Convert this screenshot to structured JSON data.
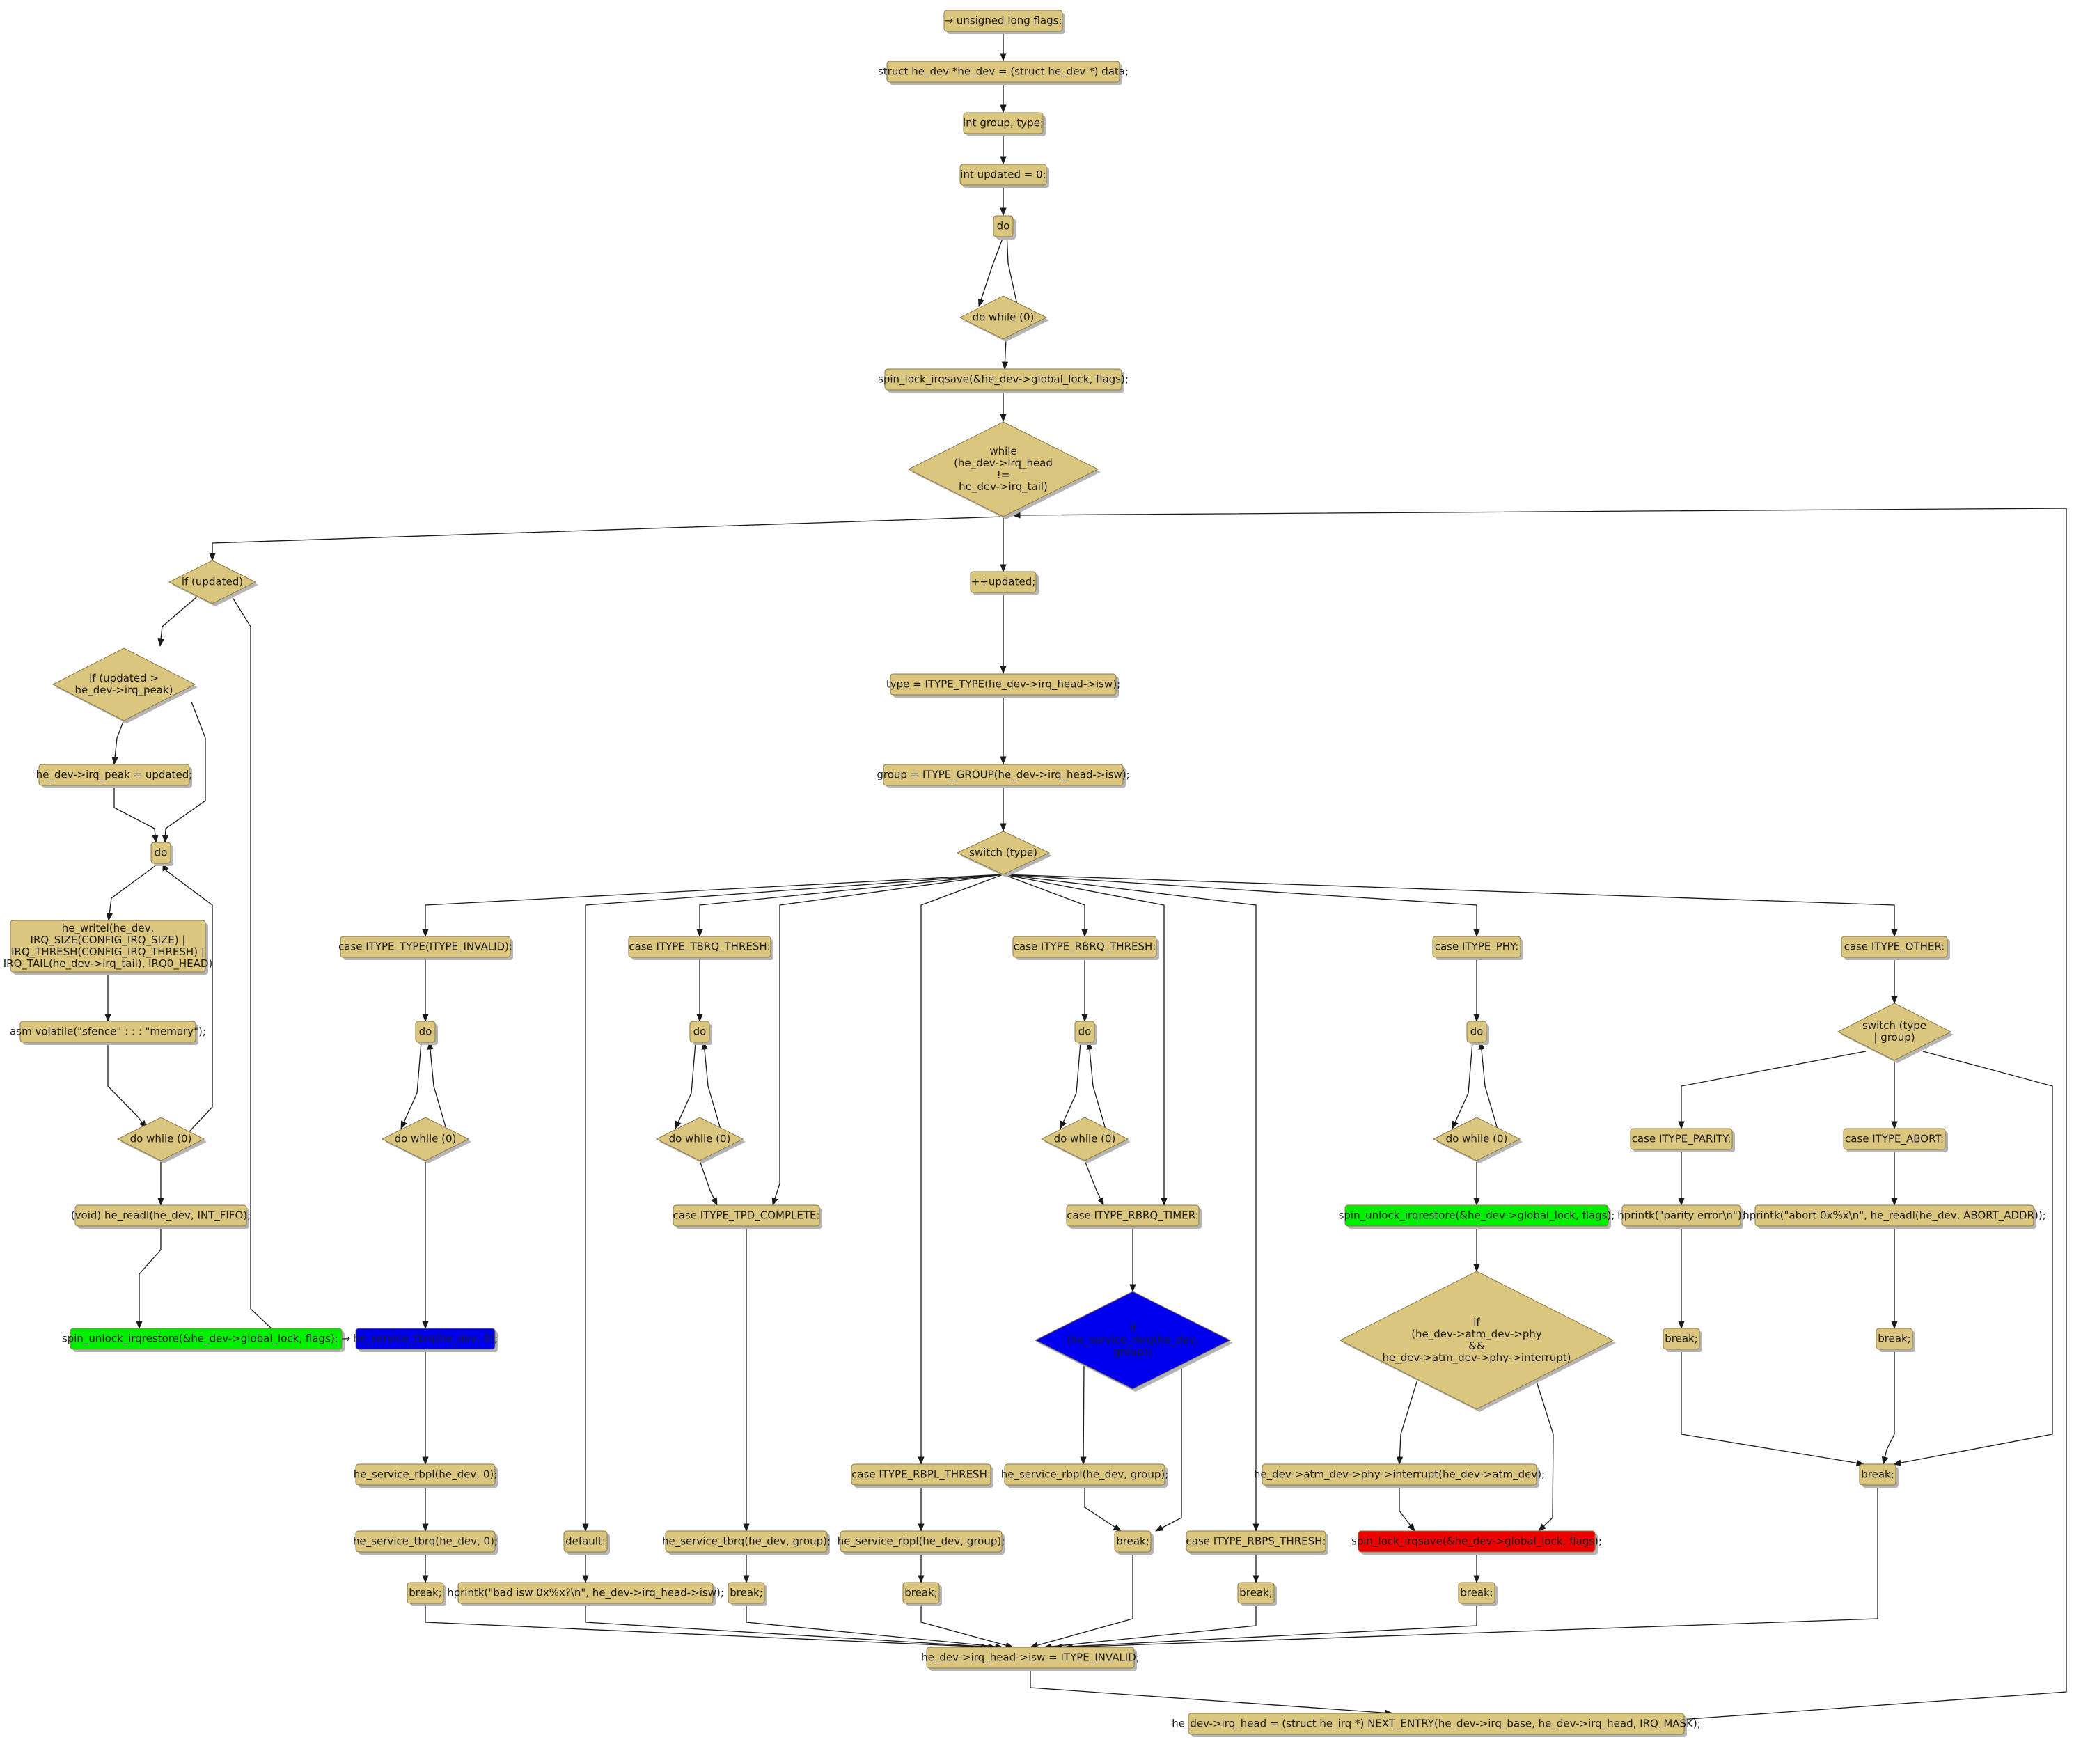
{
  "colors": {
    "box": "#dbc67f",
    "border": "#8a7a44",
    "shadow": "#b5b5b5",
    "green": "#00ee00",
    "blue": "#0000ee",
    "red": "#ee0000",
    "edge": "#1a1a1a"
  },
  "nodes": [
    {
      "id": "n1",
      "shape": "box",
      "lines": [
        "→ unsigned long flags;"
      ]
    },
    {
      "id": "n2",
      "shape": "box",
      "lines": [
        "struct he_dev *he_dev = (struct he_dev *) data;"
      ]
    },
    {
      "id": "n3",
      "shape": "box",
      "lines": [
        "int group, type;"
      ]
    },
    {
      "id": "n4",
      "shape": "box",
      "lines": [
        "int updated = 0;"
      ]
    },
    {
      "id": "n5",
      "shape": "box",
      "lines": [
        "do"
      ]
    },
    {
      "id": "n6",
      "shape": "diamond",
      "lines": [
        "do while (0)"
      ]
    },
    {
      "id": "n7",
      "shape": "box",
      "lines": [
        "spin_lock_irqsave(&he_dev->global_lock, flags);"
      ]
    },
    {
      "id": "n8",
      "shape": "diamond",
      "lines": [
        "while",
        "(he_dev->irq_head",
        "!=",
        "he_dev->irq_tail)"
      ]
    },
    {
      "id": "n9",
      "shape": "box",
      "lines": [
        "++updated;"
      ]
    },
    {
      "id": "n10",
      "shape": "box",
      "lines": [
        "type = ITYPE_TYPE(he_dev->irq_head->isw);"
      ]
    },
    {
      "id": "n11",
      "shape": "box",
      "lines": [
        "group = ITYPE_GROUP(he_dev->irq_head->isw);"
      ]
    },
    {
      "id": "n12",
      "shape": "diamond",
      "lines": [
        "switch (type)"
      ]
    },
    {
      "id": "L1",
      "shape": "diamond",
      "lines": [
        "if (updated)"
      ]
    },
    {
      "id": "L2",
      "shape": "diamond",
      "lines": [
        "if (updated >",
        "he_dev->irq_peak)"
      ]
    },
    {
      "id": "L3",
      "shape": "box",
      "lines": [
        "he_dev->irq_peak = updated;"
      ]
    },
    {
      "id": "L4",
      "shape": "box",
      "lines": [
        "do"
      ]
    },
    {
      "id": "L5",
      "shape": "box",
      "lines": [
        "he_writel(he_dev,",
        "IRQ_SIZE(CONFIG_IRQ_SIZE) |",
        "IRQ_THRESH(CONFIG_IRQ_THRESH) |",
        "IRQ_TAIL(he_dev->irq_tail), IRQ0_HEAD)"
      ]
    },
    {
      "id": "L6",
      "shape": "box",
      "lines": [
        "asm volatile(\"sfence\" : : : \"memory\");"
      ]
    },
    {
      "id": "L7",
      "shape": "diamond",
      "lines": [
        "do while (0)"
      ]
    },
    {
      "id": "L8",
      "shape": "box",
      "lines": [
        "(void) he_readl(he_dev, INT_FIFO);"
      ]
    },
    {
      "id": "L9",
      "shape": "box",
      "fill": "green",
      "lines": [
        "spin_unlock_irqrestore(&he_dev->global_lock, flags); →"
      ]
    },
    {
      "id": "A1",
      "shape": "box",
      "lines": [
        "case ITYPE_TYPE(ITYPE_INVALID):"
      ]
    },
    {
      "id": "A2",
      "shape": "box",
      "lines": [
        "do"
      ]
    },
    {
      "id": "A3",
      "shape": "diamond",
      "lines": [
        "do while (0)"
      ]
    },
    {
      "id": "A4",
      "shape": "box",
      "fill": "blue",
      "lines": [
        "he_service_tbrq(he_dev, 0);"
      ]
    },
    {
      "id": "A5",
      "shape": "box",
      "lines": [
        "he_service_rbpl(he_dev, 0);"
      ]
    },
    {
      "id": "A6",
      "shape": "box",
      "lines": [
        "he_service_tbrq(he_dev, 0);"
      ]
    },
    {
      "id": "A7",
      "shape": "box",
      "lines": [
        "break;"
      ]
    },
    {
      "id": "D1",
      "shape": "box",
      "lines": [
        "default:"
      ]
    },
    {
      "id": "D2",
      "shape": "box",
      "lines": [
        "hprintk(\"bad isw 0x%x?\\n\", he_dev->irq_head->isw);"
      ]
    },
    {
      "id": "B1",
      "shape": "box",
      "lines": [
        "case ITYPE_TBRQ_THRESH:"
      ]
    },
    {
      "id": "B2",
      "shape": "box",
      "lines": [
        "do"
      ]
    },
    {
      "id": "B3",
      "shape": "diamond",
      "lines": [
        "do while (0)"
      ]
    },
    {
      "id": "B4",
      "shape": "box",
      "lines": [
        "case ITYPE_TPD_COMPLETE:"
      ]
    },
    {
      "id": "B5",
      "shape": "box",
      "lines": [
        "he_service_tbrq(he_dev, group);"
      ]
    },
    {
      "id": "B6",
      "shape": "box",
      "lines": [
        "break;"
      ]
    },
    {
      "id": "C1",
      "shape": "box",
      "lines": [
        "case ITYPE_RBPL_THRESH:"
      ]
    },
    {
      "id": "C2",
      "shape": "box",
      "lines": [
        "he_service_rbpl(he_dev, group);"
      ]
    },
    {
      "id": "C3",
      "shape": "box",
      "lines": [
        "break;"
      ]
    },
    {
      "id": "E1",
      "shape": "box",
      "lines": [
        "case ITYPE_RBRQ_THRESH:"
      ]
    },
    {
      "id": "E2",
      "shape": "box",
      "lines": [
        "do"
      ]
    },
    {
      "id": "E3",
      "shape": "diamond",
      "lines": [
        "do while (0)"
      ]
    },
    {
      "id": "E4",
      "shape": "box",
      "lines": [
        "case ITYPE_RBRQ_TIMER:"
      ]
    },
    {
      "id": "E5",
      "shape": "diamond",
      "fill": "blue",
      "lines": [
        "if",
        "(he_service_rbrq(he_dev,",
        "group))"
      ]
    },
    {
      "id": "E6",
      "shape": "box",
      "lines": [
        "he_service_rbpl(he_dev, group);"
      ]
    },
    {
      "id": "E7",
      "shape": "box",
      "lines": [
        "break;"
      ]
    },
    {
      "id": "F1",
      "shape": "box",
      "lines": [
        "case ITYPE_RBPS_THRESH:"
      ]
    },
    {
      "id": "F2",
      "shape": "box",
      "lines": [
        "break;"
      ]
    },
    {
      "id": "G1",
      "shape": "box",
      "lines": [
        "case ITYPE_PHY:"
      ]
    },
    {
      "id": "G2",
      "shape": "box",
      "lines": [
        "do"
      ]
    },
    {
      "id": "G3",
      "shape": "diamond",
      "lines": [
        "do while (0)"
      ]
    },
    {
      "id": "G4",
      "shape": "box",
      "fill": "green",
      "lines": [
        "spin_unlock_irqrestore(&he_dev->global_lock, flags);"
      ]
    },
    {
      "id": "G5",
      "shape": "diamond",
      "lines": [
        "if",
        "(he_dev->atm_dev->phy",
        "&&",
        "he_dev->atm_dev->phy->interrupt)"
      ]
    },
    {
      "id": "G6",
      "shape": "box",
      "lines": [
        "he_dev->atm_dev->phy->interrupt(he_dev->atm_dev);"
      ]
    },
    {
      "id": "G7",
      "shape": "box",
      "fill": "red",
      "lines": [
        "spin_lock_irqsave(&he_dev->global_lock, flags);"
      ]
    },
    {
      "id": "G8",
      "shape": "box",
      "lines": [
        "break;"
      ]
    },
    {
      "id": "H1",
      "shape": "box",
      "lines": [
        "case ITYPE_OTHER:"
      ]
    },
    {
      "id": "H2",
      "shape": "diamond",
      "lines": [
        "switch (type",
        "| group)"
      ]
    },
    {
      "id": "H3",
      "shape": "box",
      "lines": [
        "case ITYPE_PARITY:"
      ]
    },
    {
      "id": "H4",
      "shape": "box",
      "lines": [
        "hprintk(\"parity error\\n\");"
      ]
    },
    {
      "id": "H5",
      "shape": "box",
      "lines": [
        "break;"
      ]
    },
    {
      "id": "H6",
      "shape": "box",
      "lines": [
        "case ITYPE_ABORT:"
      ]
    },
    {
      "id": "H7",
      "shape": "box",
      "lines": [
        "hprintk(\"abort 0x%x\\n\", he_readl(he_dev, ABORT_ADDR));"
      ]
    },
    {
      "id": "H8",
      "shape": "box",
      "lines": [
        "break;"
      ]
    },
    {
      "id": "H9",
      "shape": "box",
      "lines": [
        "break;"
      ]
    },
    {
      "id": "M1",
      "shape": "box",
      "lines": [
        "he_dev->irq_head->isw = ITYPE_INVALID;"
      ]
    },
    {
      "id": "M2",
      "shape": "box",
      "lines": [
        "he_dev->irq_head = (struct he_irq *) NEXT_ENTRY(he_dev->irq_base, he_dev->irq_head, IRQ_MASK);"
      ]
    }
  ]
}
